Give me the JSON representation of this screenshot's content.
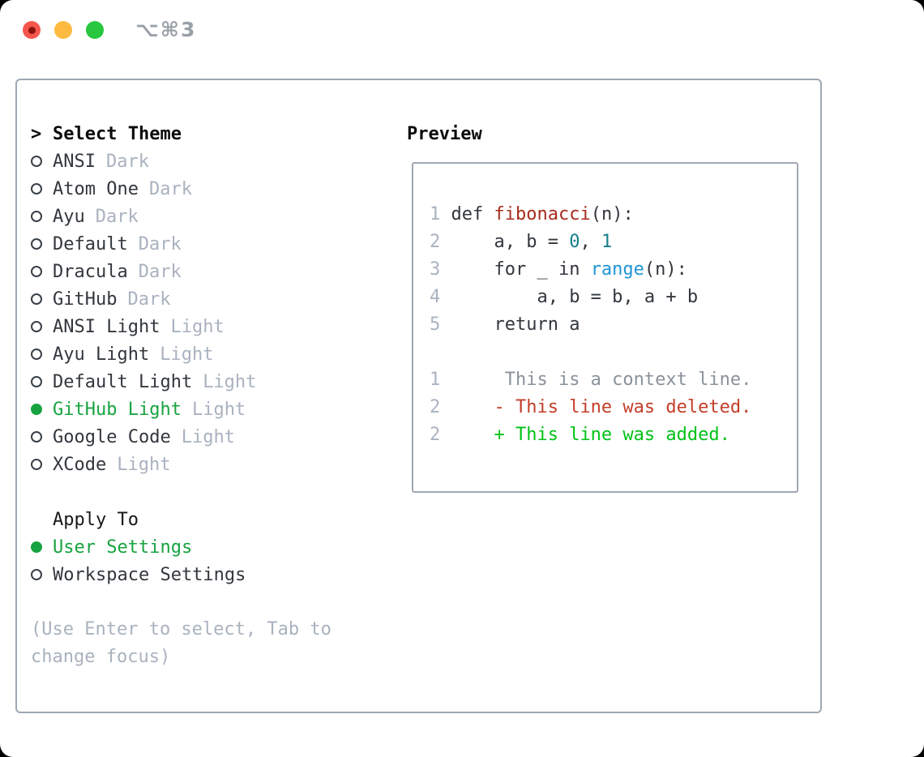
{
  "window": {
    "title": "⌥⌘3"
  },
  "colors": {
    "selection_green": "#17a340",
    "added_green": "#00c217",
    "deleted_red": "#c43e28",
    "function_red": "#a72c1e",
    "number_teal": "#157f8a",
    "call_blue": "#2094d4",
    "muted_gray": "#a9b2bf",
    "line_number_gray": "#a9b3c1",
    "context_gray": "#8b929b",
    "text_dark": "#32373d",
    "heading_black": "#0b0b0c",
    "border_gray": "#9ea8b4",
    "traffic_red": "#f5574d",
    "traffic_red_dot": "#8c130c",
    "traffic_yellow": "#fcbb40",
    "traffic_green": "#29c73f"
  },
  "theme_selector": {
    "header": {
      "prefix": ">",
      "label": "Select Theme"
    },
    "items": [
      {
        "name": "ANSI",
        "badge": "Dark",
        "selected": false
      },
      {
        "name": "Atom One",
        "badge": "Dark",
        "selected": false
      },
      {
        "name": "Ayu",
        "badge": "Dark",
        "selected": false
      },
      {
        "name": "Default",
        "badge": "Dark",
        "selected": false
      },
      {
        "name": "Dracula",
        "badge": "Dark",
        "selected": false
      },
      {
        "name": "GitHub",
        "badge": "Dark",
        "selected": false
      },
      {
        "name": "ANSI Light",
        "badge": "Light",
        "selected": false
      },
      {
        "name": "Ayu Light",
        "badge": "Light",
        "selected": false
      },
      {
        "name": "Default Light",
        "badge": "Light",
        "selected": false
      },
      {
        "name": "GitHub Light",
        "badge": "Light",
        "selected": true
      },
      {
        "name": "Google Code",
        "badge": "Light",
        "selected": false
      },
      {
        "name": "XCode",
        "badge": "Light",
        "selected": false
      }
    ],
    "apply_to": {
      "label": "Apply To",
      "options": [
        {
          "label": "User Settings",
          "selected": true
        },
        {
          "label": "Workspace Settings",
          "selected": false
        }
      ]
    },
    "hint": "(Use Enter to select, Tab to change focus)"
  },
  "preview": {
    "title": "Preview",
    "code_lines": [
      [
        {
          "t": "1 ",
          "c": "ln"
        },
        {
          "t": "def ",
          "c": "pl"
        },
        {
          "t": "fibonacci",
          "c": "fn"
        },
        {
          "t": "(n):",
          "c": "pl"
        }
      ],
      [
        {
          "t": "2 ",
          "c": "ln"
        },
        {
          "t": "    a, b = ",
          "c": "pl"
        },
        {
          "t": "0",
          "c": "num"
        },
        {
          "t": ", ",
          "c": "pl"
        },
        {
          "t": "1",
          "c": "num"
        }
      ],
      [
        {
          "t": "3 ",
          "c": "ln"
        },
        {
          "t": "    for _ in ",
          "c": "pl"
        },
        {
          "t": "range",
          "c": "call"
        },
        {
          "t": "(n):",
          "c": "pl"
        }
      ],
      [
        {
          "t": "4 ",
          "c": "ln"
        },
        {
          "t": "        a, b = b, a + b",
          "c": "pl"
        }
      ],
      [
        {
          "t": "5 ",
          "c": "ln"
        },
        {
          "t": "    return a",
          "c": "pl"
        }
      ],
      [],
      [
        {
          "t": "1 ",
          "c": "ln"
        },
        {
          "t": "     This is a context line.",
          "c": "ctx"
        }
      ],
      [
        {
          "t": "2 ",
          "c": "ln"
        },
        {
          "t": "    - This line was deleted.",
          "c": "del"
        }
      ],
      [
        {
          "t": "2 ",
          "c": "ln"
        },
        {
          "t": "    + This line was added.",
          "c": "add"
        }
      ]
    ]
  }
}
